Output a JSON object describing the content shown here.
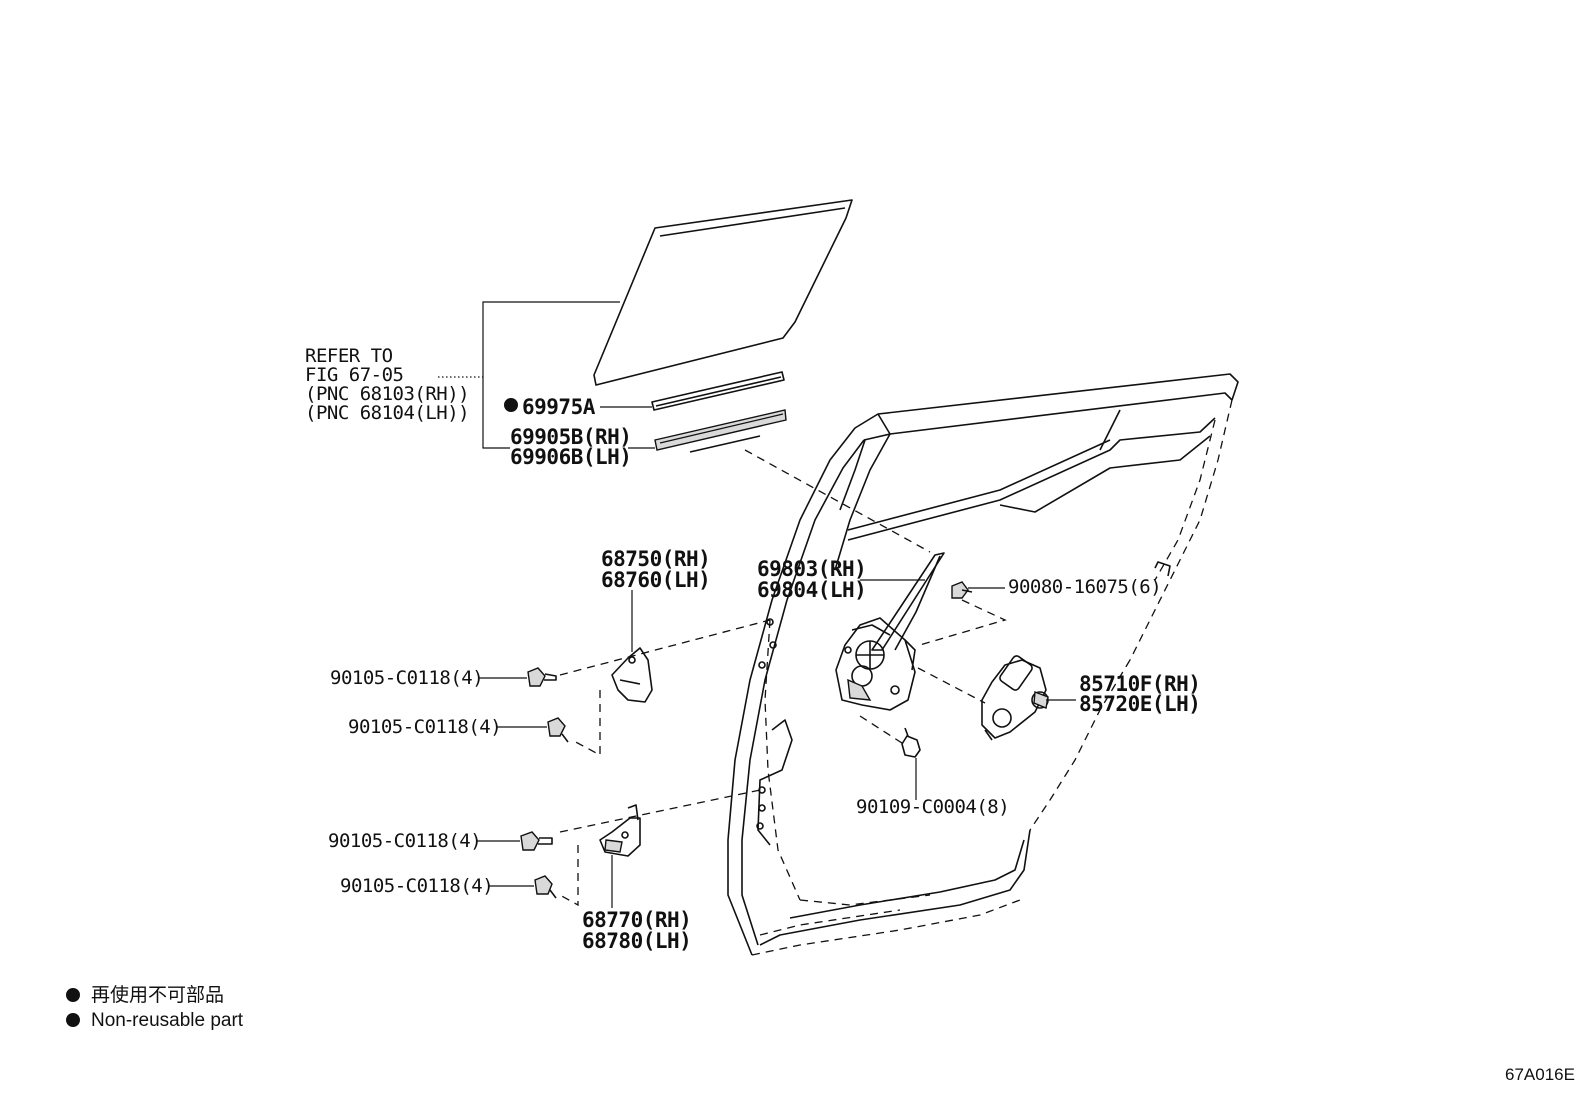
{
  "refer": {
    "line1": "REFER TO",
    "line2": "FIG 67-05",
    "line3": "(PNC 68103(RH))",
    "line4": "(PNC 68104(LH))"
  },
  "parts": {
    "p69975": "69975A",
    "p69905": "69905B(RH)",
    "p69906": "69906B(LH)",
    "p68750": "68750(RH)",
    "p68760": "68760(LH)",
    "p69803": "69803(RH)",
    "p69804": "69804(LH)",
    "p90080": "90080-16075(6)",
    "p85710": "85710F(RH)",
    "p85720": "85720E(LH)",
    "p90109": "90109-C0004(8)",
    "bolt1": "90105-C0118(4)",
    "bolt2": "90105-C0118(4)",
    "bolt3": "90105-C0118(4)",
    "bolt4": "90105-C0118(4)",
    "p68770": "68770(RH)",
    "p68780": "68780(LH)"
  },
  "legend": {
    "jp": "再使用不可部品",
    "en": "Non-reusable part"
  },
  "figure_code": "67A016E"
}
